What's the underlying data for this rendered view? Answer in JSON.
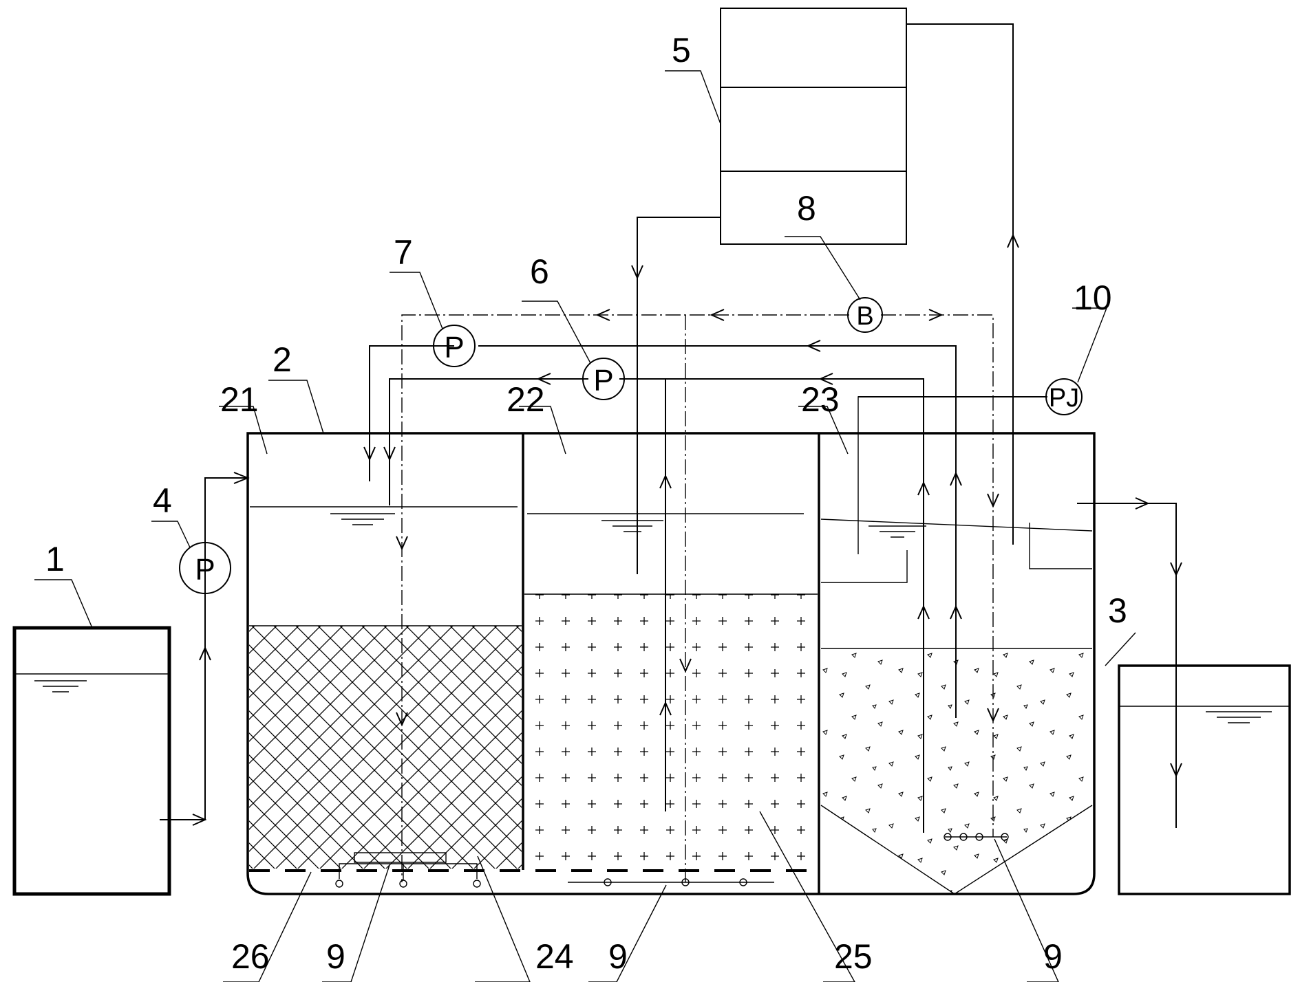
{
  "labels": {
    "n1": "1",
    "n2": "2",
    "n3": "3",
    "n4": "4",
    "n5": "5",
    "n6": "6",
    "n7": "7",
    "n8": "8",
    "n10": "10",
    "n21": "21",
    "n22": "22",
    "n23": "23",
    "n24": "24",
    "n25": "25",
    "n26": "26",
    "n9a": "9",
    "n9b": "9",
    "n9c": "9"
  },
  "symbols": {
    "pump4": "P",
    "pump6": "P",
    "pump7": "P",
    "blower8": "B",
    "pj10": "PJ"
  },
  "colors": {
    "line": "#000000",
    "background": "#ffffff"
  }
}
